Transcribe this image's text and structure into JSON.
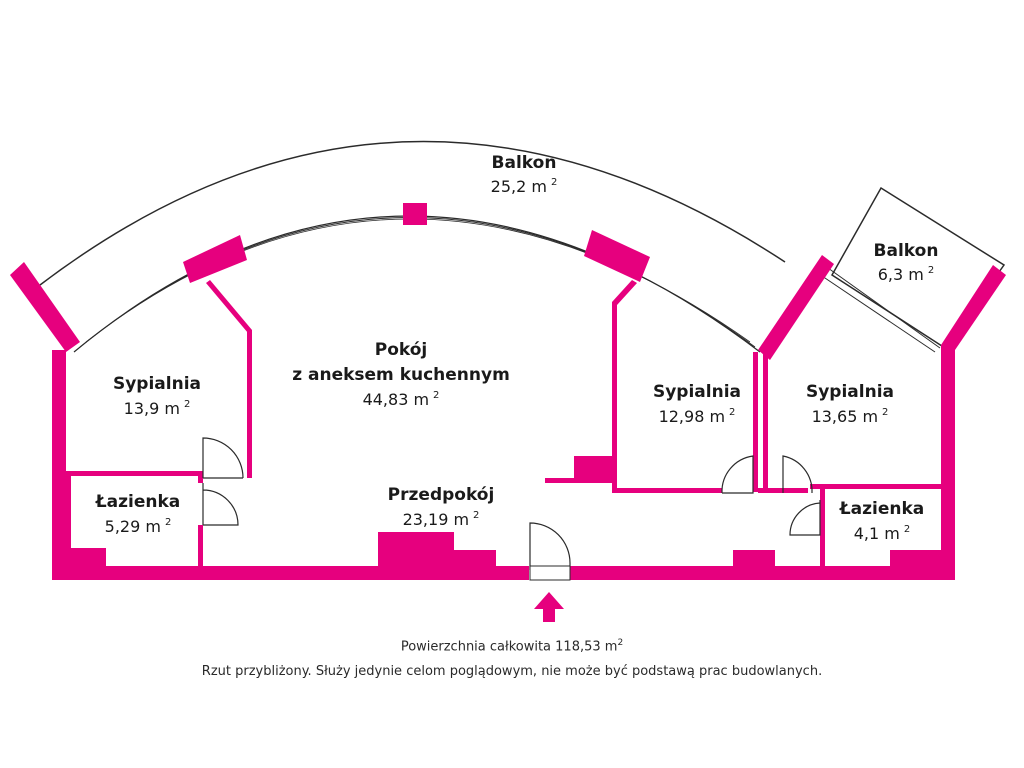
{
  "colors": {
    "wall": "#e6007e",
    "line": "#2b2b2b",
    "text": "#1a1a1a"
  },
  "rooms": {
    "balkon_big": {
      "name": "Balkon",
      "area": "25,2 m",
      "exp": "2"
    },
    "balkon_small": {
      "name": "Balkon",
      "area": "6,3 m",
      "exp": "2"
    },
    "sypialnia_1": {
      "name": "Sypialnia",
      "area": "13,9 m",
      "exp": "2"
    },
    "pokoj": {
      "name_line1": "Pokój",
      "name_line2": "z aneksem kuchennym",
      "area": "44,83 m",
      "exp": "2"
    },
    "sypialnia_2": {
      "name": "Sypialnia",
      "area": "12,98 m",
      "exp": "2"
    },
    "sypialnia_3": {
      "name": "Sypialnia",
      "area": "13,65 m",
      "exp": "2"
    },
    "lazienka_1": {
      "name": "Łazienka",
      "area": "5,29 m",
      "exp": "2"
    },
    "przedpokoj": {
      "name": "Przedpokój",
      "area": "23,19 m",
      "exp": "2"
    },
    "lazienka_2": {
      "name": "Łazienka",
      "area": "4,1 m",
      "exp": "2"
    }
  },
  "entrance": {
    "icon": "entrance-arrow-icon"
  },
  "footer": {
    "total_area": "Powierzchnia całkowita 118,53 m",
    "total_exp": "2",
    "disclaimer": "Rzut przybliżony. Służy jedynie celom poglądowym, nie może być podstawą prac budowlanych."
  }
}
